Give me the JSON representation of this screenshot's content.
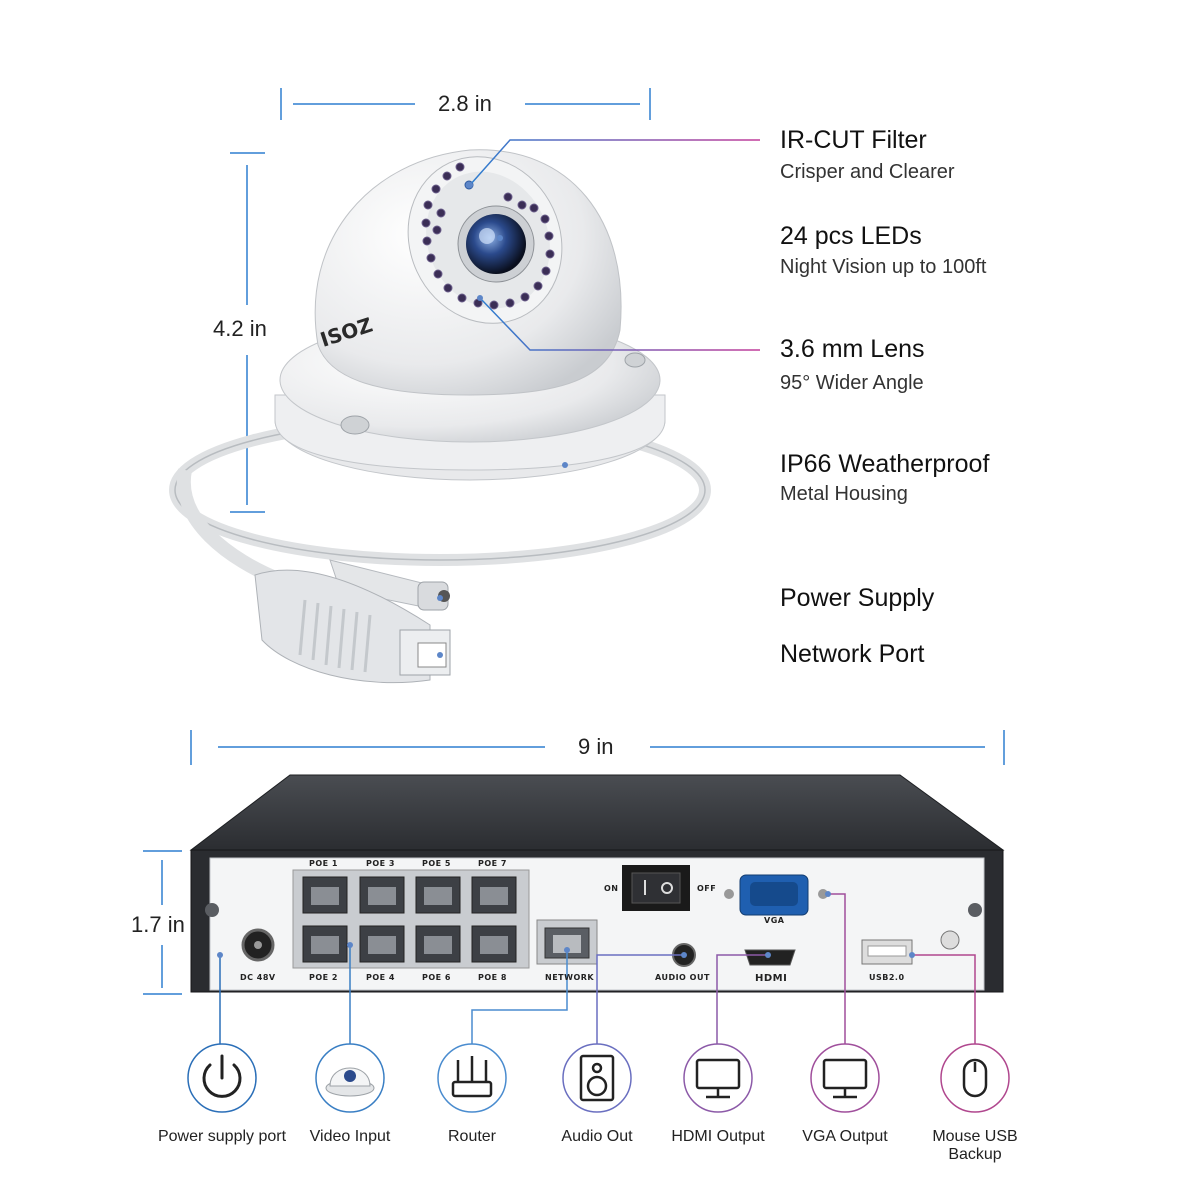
{
  "camera": {
    "dims": {
      "width": "2.8 in",
      "height": "4.2 in"
    },
    "brand": "ISOZ",
    "features": [
      {
        "title": "IR-CUT Filter",
        "subtitle": "Crisper and Clearer"
      },
      {
        "title": "24 pcs LEDs",
        "subtitle": "Night Vision up to 100ft"
      },
      {
        "title": "3.6 mm Lens",
        "subtitle": "95° Wider Angle"
      },
      {
        "title": "IP66 Weatherproof",
        "subtitle": "Metal Housing"
      },
      {
        "title": "Power Supply",
        "subtitle": ""
      },
      {
        "title": "Network Port",
        "subtitle": ""
      }
    ]
  },
  "nvr": {
    "dims": {
      "width": "9 in",
      "height": "1.7 in"
    },
    "ports": {
      "poe_top": [
        "POE 1",
        "POE 3",
        "POE 5",
        "POE 7"
      ],
      "poe_bottom": [
        "POE 2",
        "POE 4",
        "POE 6",
        "POE 8"
      ],
      "dc": "DC 48V",
      "network": "NETWORK",
      "audio": "AUDIO OUT",
      "on": "ON",
      "off": "OFF",
      "vga": "VGA",
      "hdmi": "HDMI",
      "usb": "USB2.0"
    }
  },
  "connections": [
    {
      "label": "Power supply port",
      "icon": "power-icon",
      "color": "#2b6fb8"
    },
    {
      "label": "Video Input",
      "icon": "camera-icon",
      "color": "#3a7fc4"
    },
    {
      "label": "Router",
      "icon": "router-icon",
      "color": "#4a8ccf"
    },
    {
      "label": "Audio Out",
      "icon": "speaker-icon",
      "color": "#6a6fc0"
    },
    {
      "label": "HDMI Output",
      "icon": "monitor-icon",
      "color": "#8c5aa8"
    },
    {
      "label": "VGA Output",
      "icon": "monitor-icon",
      "color": "#a04f9c"
    },
    {
      "label": "Mouse USB Backup",
      "icon": "mouse-icon",
      "color": "#b0478e"
    }
  ]
}
